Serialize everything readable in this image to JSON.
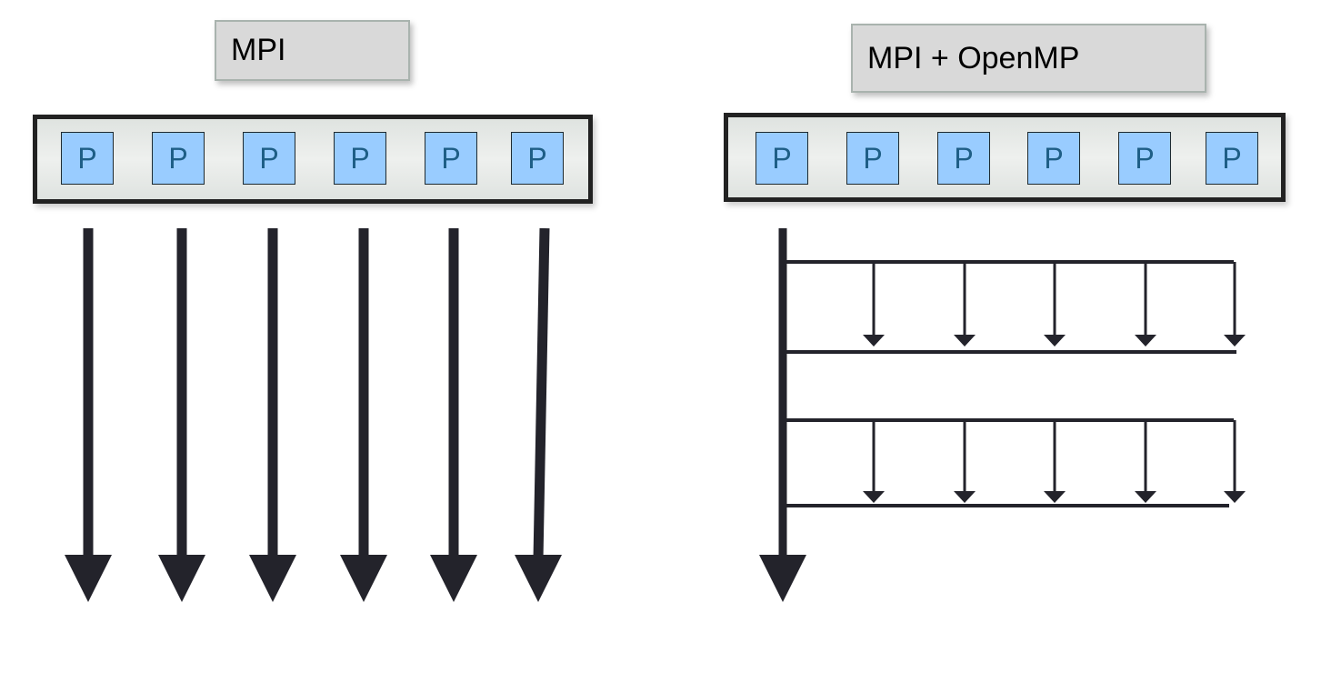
{
  "panels": {
    "mpi": {
      "title": "MPI",
      "processes": [
        "P",
        "P",
        "P",
        "P",
        "P",
        "P"
      ]
    },
    "hybrid": {
      "title": "MPI + OpenMP",
      "processes": [
        "P",
        "P",
        "P",
        "P",
        "P",
        "P"
      ]
    }
  },
  "colors": {
    "process_fill": "#99ccff",
    "process_text": "#1e5e86",
    "arrow": "#23232b",
    "title_fill": "#d9d9d9"
  }
}
